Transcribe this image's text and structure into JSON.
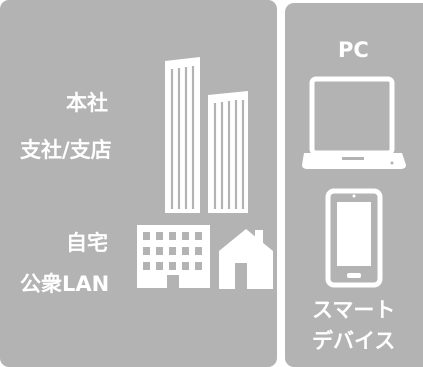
{
  "left": {
    "office_labels": [
      "本社",
      "支社/支店"
    ],
    "remote_labels": [
      "自宅",
      "公衆LAN"
    ],
    "icons": [
      "office-tower-icon",
      "small-building-icon",
      "house-icon"
    ]
  },
  "right": {
    "pc_label": "PC",
    "smart_device_lines": [
      "スマート",
      "デバイス"
    ],
    "icons": [
      "laptop-icon",
      "tablet-icon"
    ]
  },
  "colors": {
    "panel": "#b3b3b3",
    "foreground": "#ffffff"
  }
}
